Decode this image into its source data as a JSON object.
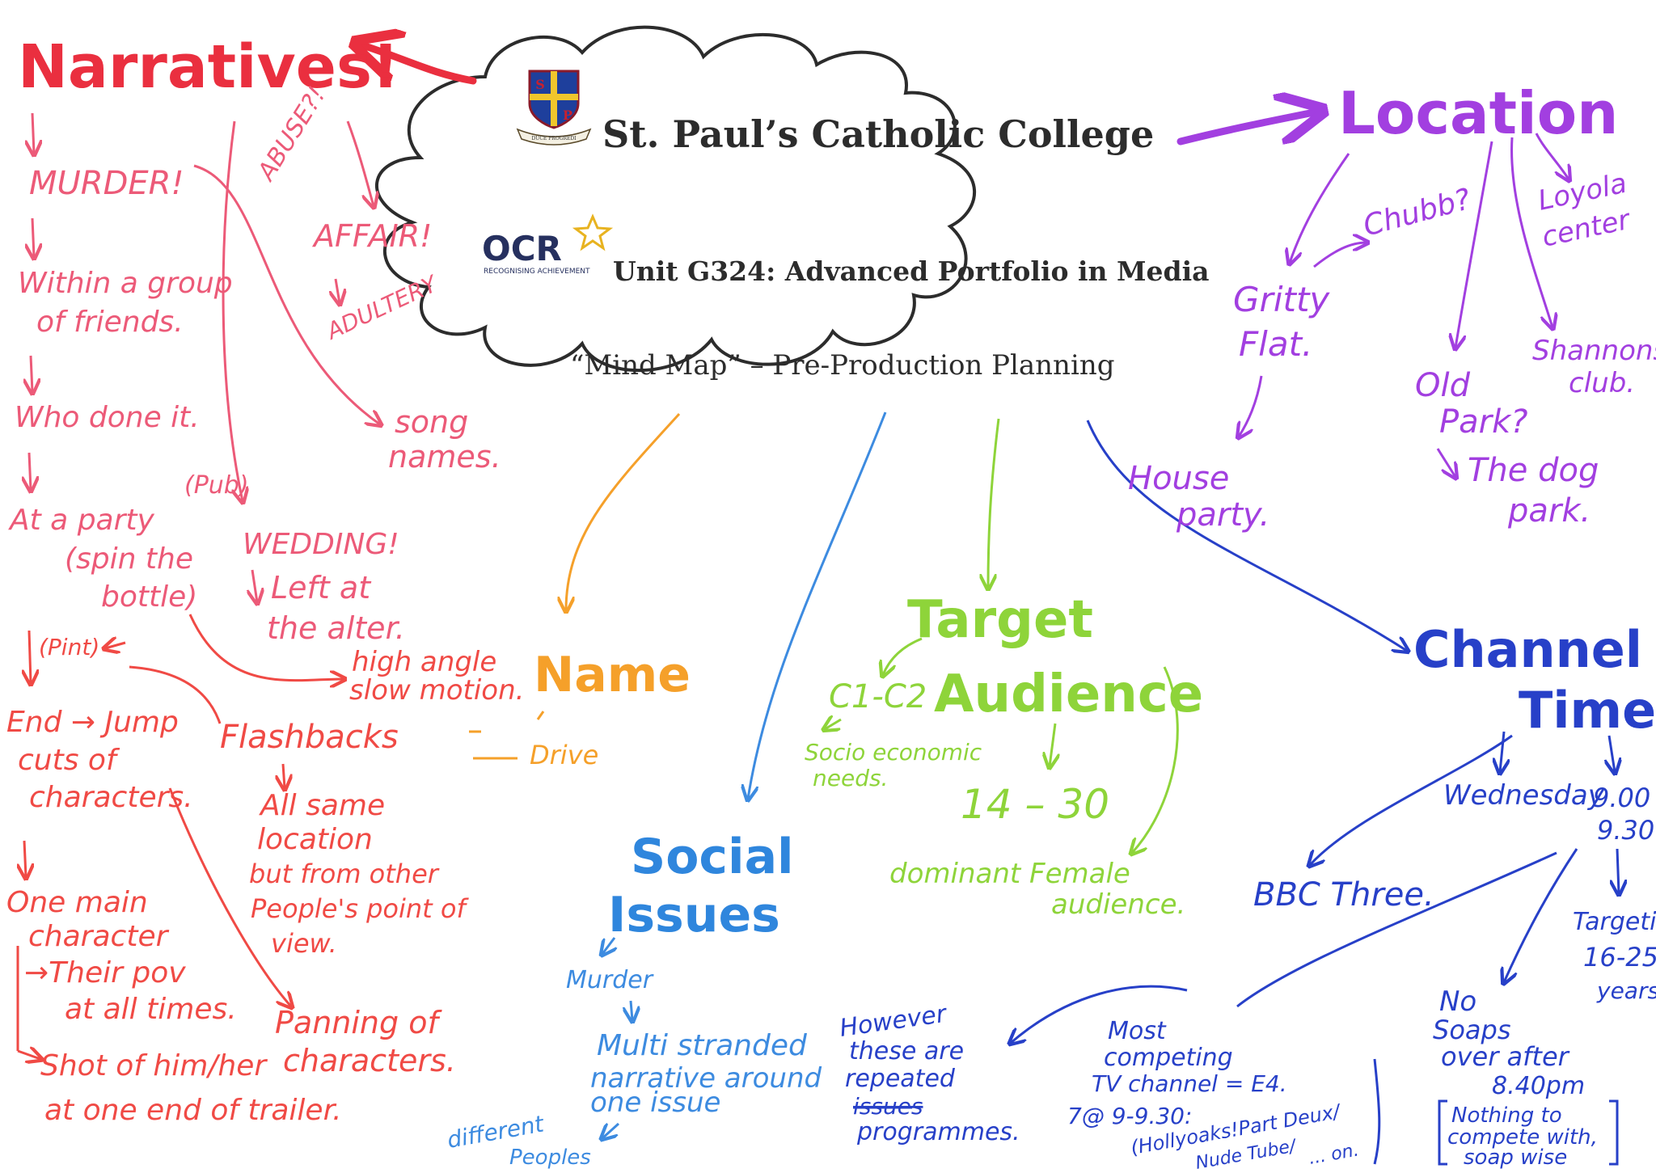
{
  "colors": {
    "red": "#ea2f3f",
    "pink": "#ec5a78",
    "coral": "#f04a45",
    "orange": "#f5a02a",
    "lightblue": "#3d8be0",
    "green": "#8ed43a",
    "purple": "#a23fe0",
    "blue": "#2740c8",
    "dark": "#2c2c2c"
  },
  "center": {
    "college": "St. Paul’s Catholic College",
    "crest_letters": [
      "S",
      "P"
    ],
    "crest_motto": "DUCE PROGREDI",
    "ocr_logo": "OCR",
    "ocr_tagline": "RECOGNISING ACHIEVEMENT",
    "unit": "Unit G324: Advanced Portfolio in Media",
    "subtitle": "“Mind Map” – Pre-Production Planning"
  },
  "narratives": {
    "title": "Narratives!",
    "murder": "MURDER!",
    "within_1": "Within a group",
    "within_2": "of friends.",
    "who_done": "Who done it.",
    "pub": "(Pub)",
    "party_1": "At a party",
    "party_2": "(spin the",
    "party_3": "bottle)",
    "pint": "(Pint)",
    "end_1": "End → Jump",
    "end_2": "cuts of",
    "end_3": "characters.",
    "one_1": "One main",
    "one_2": "character",
    "pov_1": "→Their pov",
    "pov_2": "at all times.",
    "shot_1": "Shot of him/her",
    "shot_2": "at one end of trailer.",
    "abuse": "ABUSE?!",
    "affair": "AFFAIR!",
    "adultery": "ADULTERY",
    "song_1": "song",
    "song_2": "names.",
    "wedding": "WEDDING!",
    "left_1": "Left at",
    "left_2": "the alter.",
    "high_1": "high angle",
    "high_2": "slow motion.",
    "flashbacks": "Flashbacks",
    "same_1": "All same",
    "same_2": "location",
    "same_3": "but from other",
    "same_4": "People's point of",
    "same_5": "view.",
    "panning_1": "Panning of",
    "panning_2": "characters."
  },
  "name": {
    "title": "Name",
    "drive": "Drive"
  },
  "social": {
    "title_1": "Social",
    "title_2": "Issues",
    "murder": "Murder",
    "multi_1": "Multi stranded",
    "multi_2": "narrative around",
    "multi_3": "one issue",
    "diff_1": "different",
    "diff_2": "Peoples"
  },
  "target": {
    "title_1": "Target",
    "title_2": "Audience",
    "c2": "C1-C2",
    "socio_1": "Socio economic",
    "socio_2": "needs.",
    "age": "14 – 30",
    "dominant_1": "dominant Female",
    "dominant_2": "audience."
  },
  "location": {
    "title": "Location",
    "chubb": "Chubb?",
    "loyola_1": "Loyola",
    "loyola_2": "center",
    "gritty_1": "Gritty",
    "gritty_2": "Flat.",
    "shannons_1": "Shannons",
    "shannons_2": "club.",
    "old_1": "Old",
    "old_2": "Park?",
    "dog_1": "The dog",
    "dog_2": "park.",
    "house_1": "House",
    "house_2": "party."
  },
  "channel": {
    "title_1": "Channel",
    "title_2": "Time",
    "wednesday": "Wednesday",
    "time_1": "9.00",
    "time_2": "9.30",
    "bbc": "BBC Three.",
    "target_1": "Targeting",
    "target_2": "16-25",
    "target_3": "years",
    "however_1": "However",
    "however_2": "these are",
    "however_3": "repeated",
    "however_4": "issues",
    "however_5": "programmes.",
    "most_1": "Most",
    "most_2": "competing",
    "most_3": "TV channel = E4.",
    "most_4": "7@ 9-9.30:",
    "most_5": "(Hollyoaks!Part Deux/",
    "most_6": "Nude Tube/",
    "most_7": "... on.",
    "soaps_1": "No",
    "soaps_2": "Soaps",
    "soaps_3": "over after",
    "soaps_4": "8.40pm",
    "soaps_5": "Nothing to",
    "soaps_6": "compete with,",
    "soaps_7": "soap wise"
  }
}
